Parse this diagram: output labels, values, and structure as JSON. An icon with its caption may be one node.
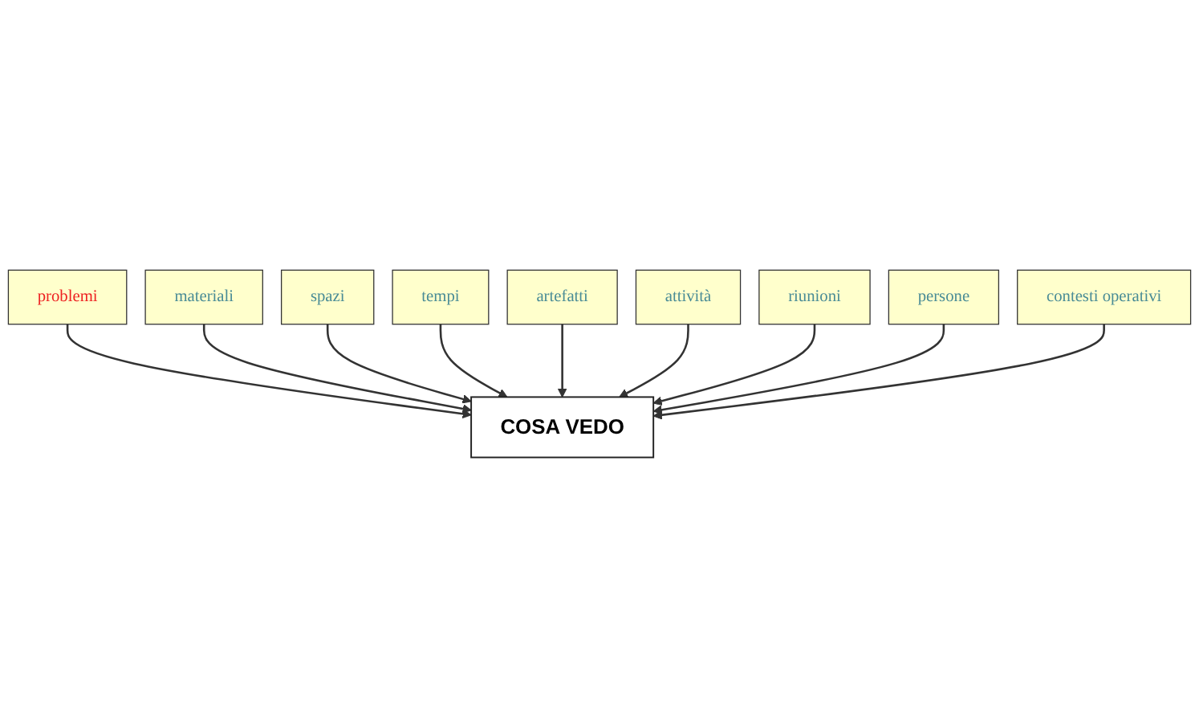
{
  "diagram": {
    "nodes": [
      {
        "text": [
          "problemi"
        ]
      },
      {
        "text": [
          "materiali"
        ]
      },
      {
        "text": [
          "spazi"
        ]
      },
      {
        "text": [
          "tempi"
        ]
      },
      {
        "text": [
          "artefatti"
        ]
      },
      {
        "text": [
          "COSA VEDO"
        ]
      },
      {
        "text": [
          "attività"
        ]
      },
      {
        "text": [
          "riunioni"
        ]
      },
      {
        "text": [
          "persone"
        ]
      },
      {
        "text": [
          "contesti operativi"
        ]
      }
    ],
    "edges": [
      {
        "from": 0,
        "to": 5,
        "arrow": "to"
      },
      {
        "from": 1,
        "to": 5,
        "arrow": "to"
      },
      {
        "from": 2,
        "to": 5,
        "arrow": "to"
      },
      {
        "from": 3,
        "to": 5,
        "arrow": "to"
      },
      {
        "from": 4,
        "to": 5,
        "arrow": "to"
      },
      {
        "from": 6,
        "to": 5,
        "arrow": "to"
      },
      {
        "from": 7,
        "to": 5,
        "arrow": "to"
      },
      {
        "from": 8,
        "to": 5,
        "arrow": "to"
      },
      {
        "from": 9,
        "to": 5,
        "arrow": "to"
      }
    ]
  }
}
